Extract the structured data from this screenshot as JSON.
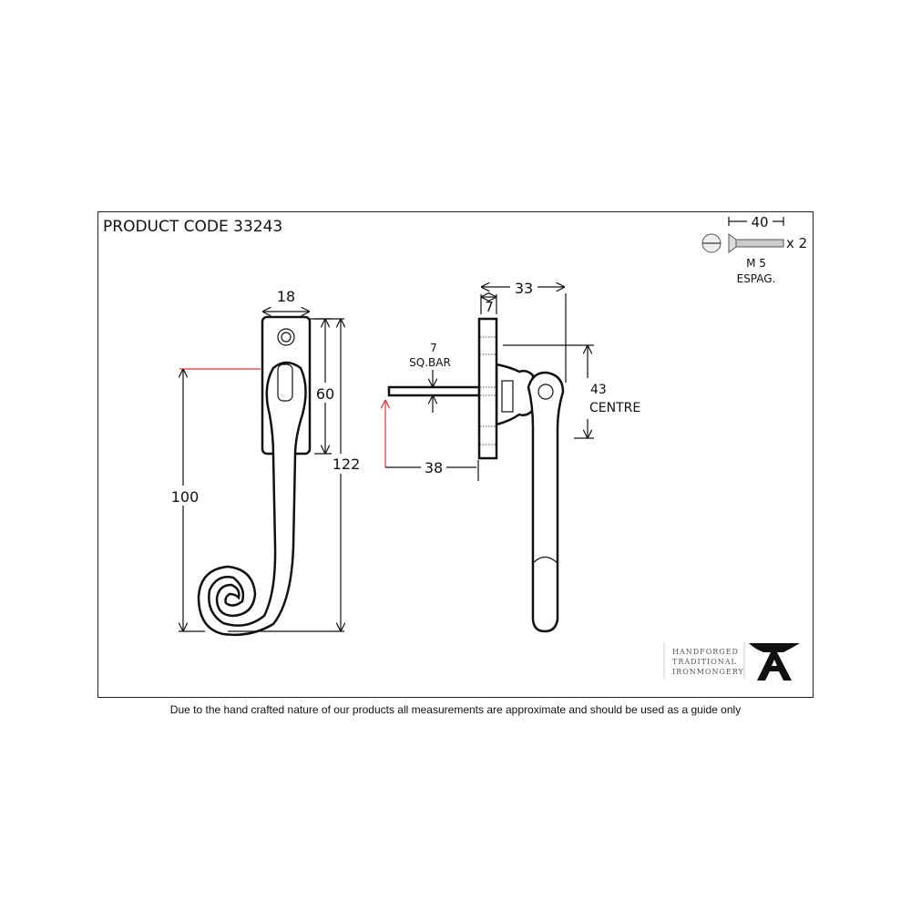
{
  "title": "PRODUCT CODE 33243",
  "front_view": {
    "width": "18",
    "backplate_height": "60",
    "overall_height": "122",
    "handle_length": "100"
  },
  "side_view": {
    "projection": "33",
    "plate_thickness": "7",
    "bar_size": "7",
    "bar_label": "SQ.BAR",
    "bar_length": "38",
    "centre": "43",
    "centre_label": "CENTRE"
  },
  "screw": {
    "length": "40",
    "quantity": "x 2",
    "size": "M 5",
    "type": "ESPAG."
  },
  "logo": {
    "line1": "HANDFORGED",
    "line2": "TRADITIONAL",
    "line3": "IRONMONGERY"
  },
  "footer": "Due to the hand crafted nature of our products all measurements are approximate and should be used as a guide only"
}
